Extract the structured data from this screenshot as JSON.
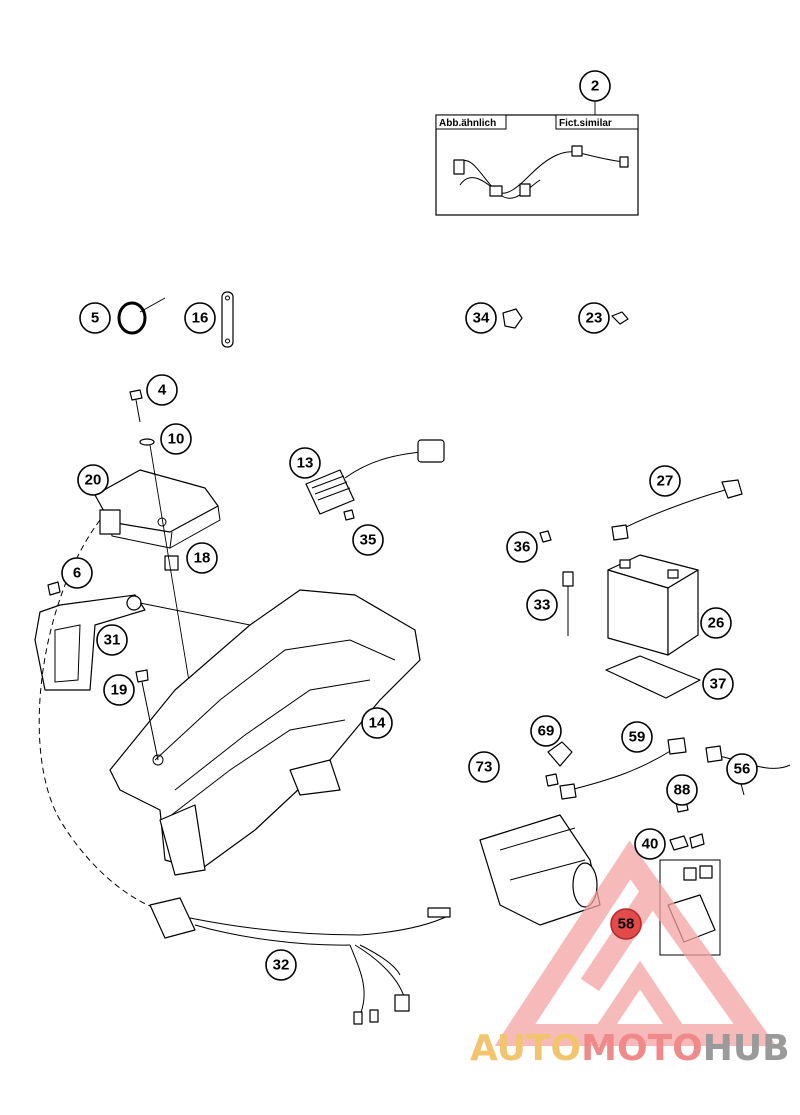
{
  "inset": {
    "label_left": "Abb.ähnlich",
    "label_right": "Fict.similar"
  },
  "callouts": {
    "c2": "2",
    "c5": "5",
    "c16": "16",
    "c34": "34",
    "c23": "23",
    "c4": "4",
    "c10": "10",
    "c20": "20",
    "c18": "18",
    "c6": "6",
    "c31": "31",
    "c19": "19",
    "c14": "14",
    "c13": "13",
    "c35": "35",
    "c27": "27",
    "c36": "36",
    "c33": "33",
    "c26": "26",
    "c37": "37",
    "c69": "69",
    "c59": "59",
    "c73": "73",
    "c56": "56",
    "c88": "88",
    "c40": "40",
    "c58": "58",
    "c32": "32"
  },
  "watermark": {
    "part1": "AUTO",
    "part2": "MOTO",
    "part3": "HUB",
    "color_part1": "#f2c46e",
    "color_part2": "#f08a8a",
    "color_part3": "#9a9a9a",
    "logo_color": "#f4a3a3"
  },
  "highlight_color": "#e34a4a"
}
